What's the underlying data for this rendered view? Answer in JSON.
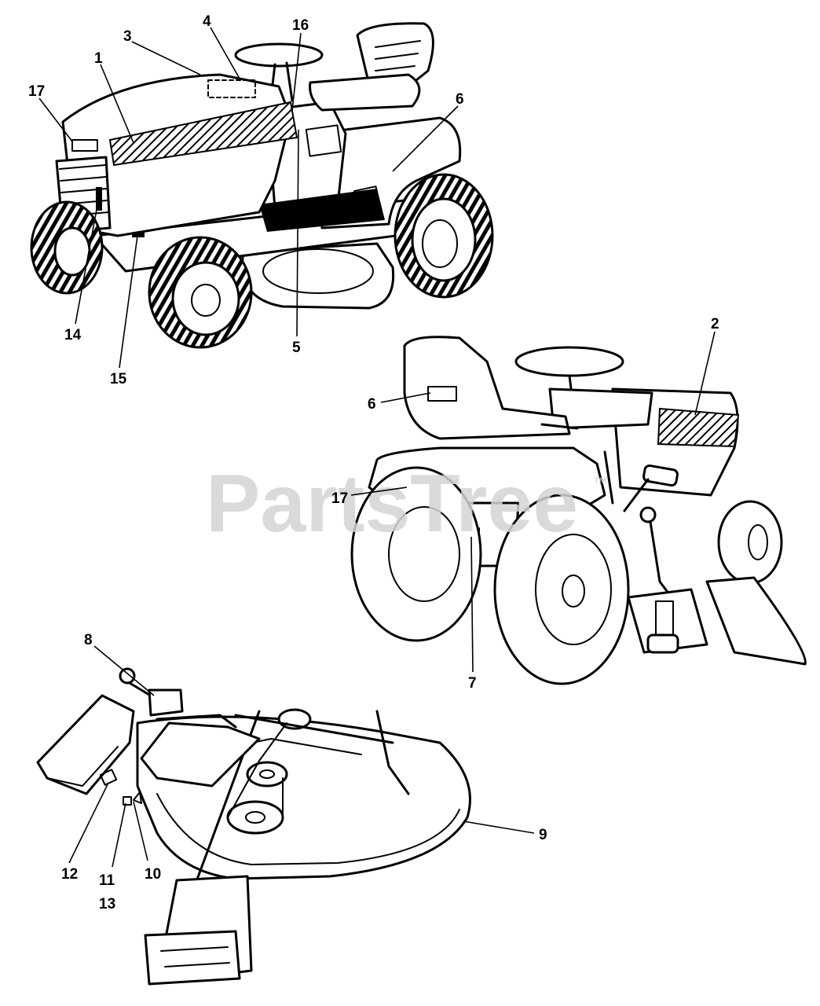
{
  "watermark": {
    "text": "PartsTree",
    "trademark": "TM"
  },
  "callouts": {
    "front_tractor": [
      "1",
      "3",
      "4",
      "16",
      "17",
      "6",
      "14",
      "15",
      "5"
    ],
    "rear_tractor": [
      "2",
      "6",
      "17",
      "7"
    ],
    "mower_deck": [
      "8",
      "9",
      "10",
      "11",
      "12",
      "13"
    ]
  }
}
